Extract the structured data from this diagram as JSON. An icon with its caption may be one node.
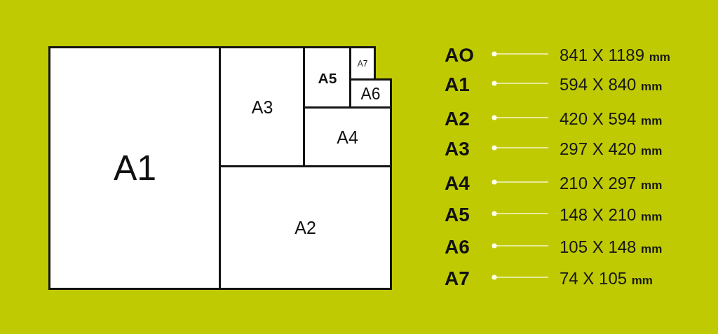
{
  "diagram": {
    "nodes": [
      {
        "text": [
          "A1"
        ]
      },
      {
        "text": [
          "A3"
        ]
      },
      {
        "text": [
          "A5"
        ]
      },
      {
        "text": [
          "A7"
        ]
      },
      {
        "text": [
          "A6"
        ]
      },
      {
        "text": [
          "A4"
        ]
      },
      {
        "text": [
          "A2"
        ]
      },
      {
        "text": [
          "AO"
        ]
      },
      {
        "text": [
          "841 X 1189 **mm**"
        ]
      },
      {
        "text": [
          "A1"
        ]
      },
      {
        "text": [
          "594 X 840 **mm**"
        ]
      },
      {
        "text": [
          "A2"
        ]
      },
      {
        "text": [
          "420 X 594 **mm**"
        ]
      },
      {
        "text": [
          "A3"
        ]
      },
      {
        "text": [
          "297 X 420 **mm**"
        ]
      },
      {
        "text": [
          "A4"
        ]
      },
      {
        "text": [
          "210 X 297 **mm**"
        ]
      },
      {
        "text": [
          "A5"
        ]
      },
      {
        "text": [
          "148 X 210 **mm**"
        ]
      },
      {
        "text": [
          "A6"
        ]
      },
      {
        "text": [
          "105 X 148 **mm**"
        ]
      },
      {
        "text": [
          "A7"
        ]
      },
      {
        "text": [
          "74 X 105 **mm**"
        ]
      }
    ],
    "edges": [
      {
        "from": 7,
        "to": 8,
        "arrow": "other"
      },
      {
        "from": 9,
        "to": 10,
        "arrow": "other"
      },
      {
        "from": 11,
        "to": 12,
        "arrow": "other"
      },
      {
        "from": 13,
        "to": 14,
        "arrow": "other"
      },
      {
        "from": 15,
        "to": 16,
        "arrow": "other"
      },
      {
        "from": 17,
        "to": 18,
        "arrow": "other"
      },
      {
        "from": 19,
        "to": 20,
        "arrow": "other"
      },
      {
        "from": 21,
        "to": 22,
        "arrow": "other"
      }
    ]
  }
}
